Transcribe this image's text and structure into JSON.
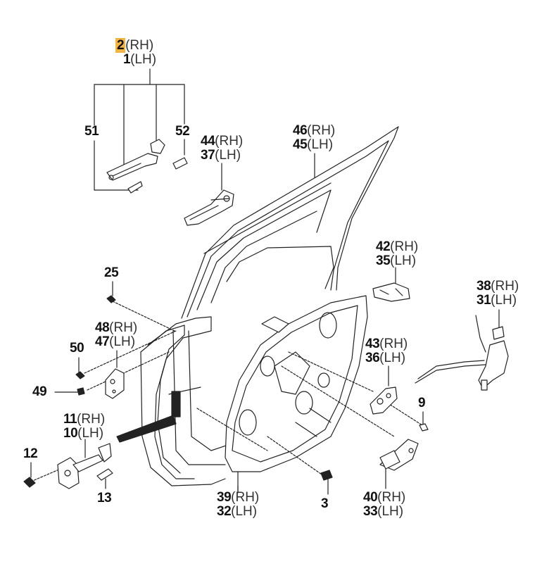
{
  "diagram": {
    "title": "Front Door Panel & Hardware Exploded View",
    "highlight_color": "#f2b544",
    "highlighted_part": "2",
    "labels": [
      {
        "id": "2-1",
        "rh": "2",
        "lh": "1",
        "rh_suffix": "(RH)",
        "lh_suffix": "(LH)"
      },
      {
        "id": "51",
        "single": "51"
      },
      {
        "id": "52",
        "single": "52"
      },
      {
        "id": "44-37",
        "rh": "44",
        "lh": "37",
        "rh_suffix": "(RH)",
        "lh_suffix": "(LH)"
      },
      {
        "id": "46-45",
        "rh": "46",
        "lh": "45",
        "rh_suffix": "(RH)",
        "lh_suffix": "(LH)"
      },
      {
        "id": "42-35",
        "rh": "42",
        "lh": "35",
        "rh_suffix": "(RH)",
        "lh_suffix": "(LH)"
      },
      {
        "id": "25",
        "single": "25"
      },
      {
        "id": "48-47",
        "rh": "48",
        "lh": "47",
        "rh_suffix": "(RH)",
        "lh_suffix": "(LH)"
      },
      {
        "id": "50",
        "single": "50"
      },
      {
        "id": "49",
        "single": "49"
      },
      {
        "id": "38-31",
        "rh": "38",
        "lh": "31",
        "rh_suffix": "(RH)",
        "lh_suffix": "(LH)"
      },
      {
        "id": "43-36",
        "rh": "43",
        "lh": "36",
        "rh_suffix": "(RH)",
        "lh_suffix": "(LH)"
      },
      {
        "id": "9",
        "single": "9"
      },
      {
        "id": "11-10",
        "rh": "11",
        "lh": "10",
        "rh_suffix": "(RH)",
        "lh_suffix": "(LH)"
      },
      {
        "id": "12",
        "single": "12"
      },
      {
        "id": "13",
        "single": "13"
      },
      {
        "id": "39-32",
        "rh": "39",
        "lh": "32",
        "rh_suffix": "(RH)",
        "lh_suffix": "(LH)"
      },
      {
        "id": "3",
        "single": "3"
      },
      {
        "id": "40-33",
        "rh": "40",
        "lh": "33",
        "rh_suffix": "(RH)",
        "lh_suffix": "(LH)"
      }
    ]
  }
}
